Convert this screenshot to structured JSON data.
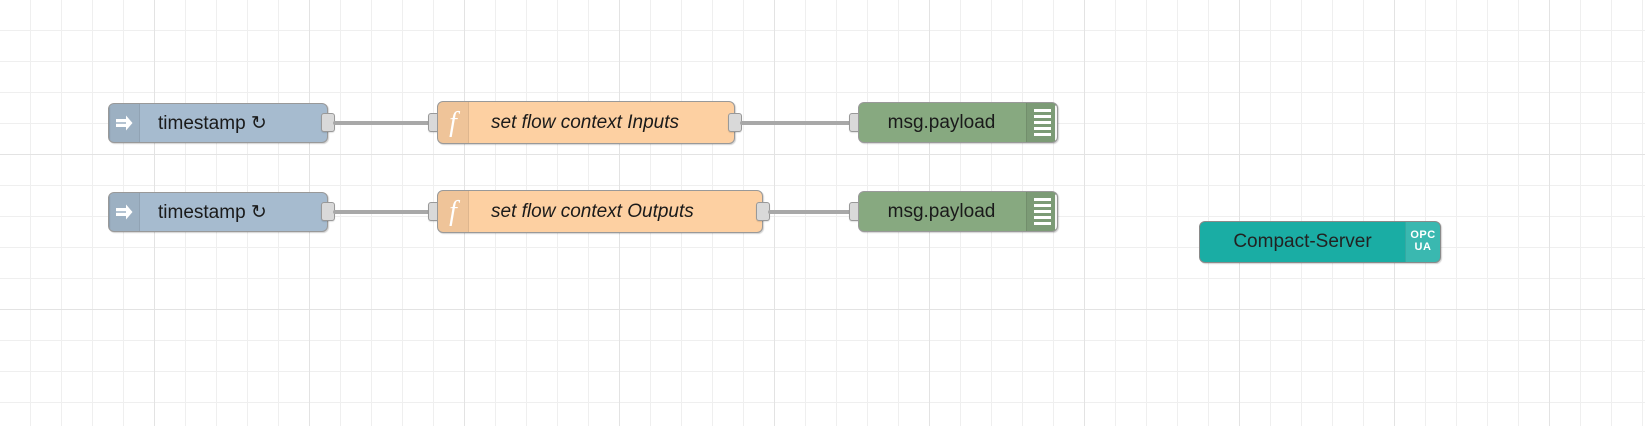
{
  "editor": {
    "name": "node-red-flow-canvas",
    "grid_color": "#e3e3e3",
    "background": "#ffffff"
  },
  "palette": {
    "inject_color": "#a6bbcf",
    "function_color": "#fdd0a2",
    "debug_color": "#87a980",
    "opcua_color": "#1aada4",
    "wire_color": "#a8a8a8",
    "port_color": "#d9d9d9"
  },
  "flows": [
    {
      "row": 1,
      "inject": {
        "label": "timestamp ↻",
        "icon": "inject-arrow-icon",
        "button": "inject-fire-button"
      },
      "function": {
        "label": "set flow context Inputs",
        "icon": "function-f-icon"
      },
      "debug": {
        "label": "msg.payload",
        "icon": "debug-bars-icon"
      }
    },
    {
      "row": 2,
      "inject": {
        "label": "timestamp ↻",
        "icon": "inject-arrow-icon",
        "button": "inject-fire-button"
      },
      "function": {
        "label": "set flow context Outputs",
        "icon": "function-f-icon"
      },
      "debug": {
        "label": "msg.payload",
        "icon": "debug-bars-icon"
      }
    }
  ],
  "opcua_node": {
    "label": "Compact-Server",
    "badge_top": "OPC",
    "badge_bottom": "UA",
    "icon": "opc-ua-icon"
  }
}
